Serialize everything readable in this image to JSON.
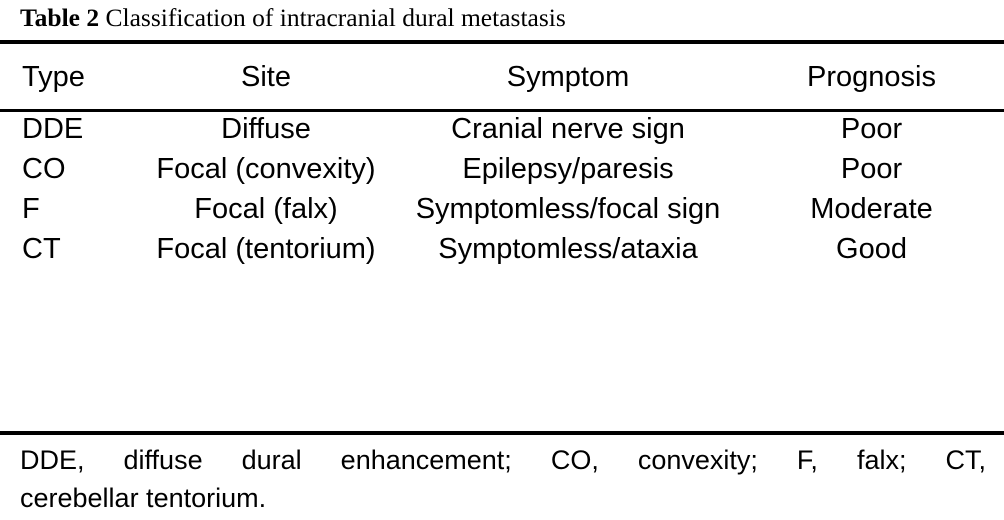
{
  "caption": {
    "label": "Table 2",
    "text": " Classification of intracranial dural metastasis"
  },
  "table": {
    "columns": [
      {
        "key": "type",
        "header": "Type",
        "align": "left"
      },
      {
        "key": "site",
        "header": "Site",
        "align": "center"
      },
      {
        "key": "symptom",
        "header": "Symptom",
        "align": "center"
      },
      {
        "key": "prognosis",
        "header": "Prognosis",
        "align": "center"
      }
    ],
    "rows": [
      {
        "type": "DDE",
        "site": "Diffuse",
        "symptom": "Cranial nerve sign",
        "prognosis": "Poor"
      },
      {
        "type": "CO",
        "site": "Focal (convexity)",
        "symptom": "Epilepsy/paresis",
        "prognosis": "Poor"
      },
      {
        "type": "F",
        "site": "Focal (falx)",
        "symptom": "Symptomless/focal sign",
        "prognosis": "Moderate"
      },
      {
        "type": "CT",
        "site": "Focal (tentorium)",
        "symptom": "Symptomless/ataxia",
        "prognosis": "Good"
      }
    ]
  },
  "footnote": {
    "line1": "DDE, diffuse dural enhancement; CO, convexity; F, falx; CT,",
    "line2": "cerebellar tentorium."
  },
  "colors": {
    "rule": "#000000",
    "text": "#000000",
    "background": "#ffffff"
  }
}
